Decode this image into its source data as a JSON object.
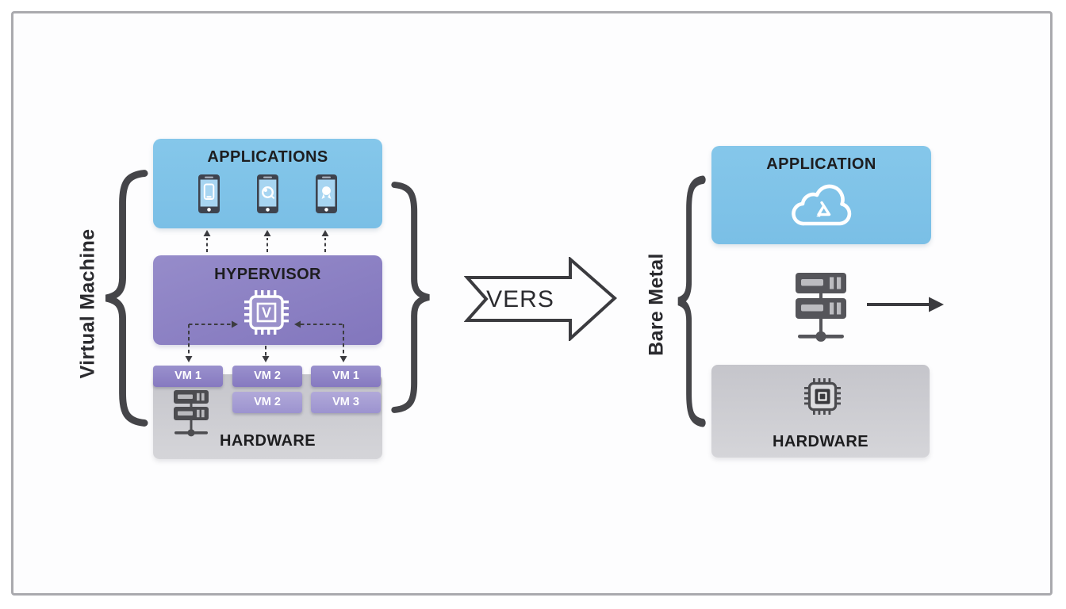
{
  "diagram": {
    "left": {
      "group_label": "Virtual Machine",
      "applications": {
        "title": "APPLICATIONS"
      },
      "hypervisor": {
        "title": "HYPERVISOR",
        "chip_letter": "V"
      },
      "hardware": {
        "title": "HARDWARE"
      },
      "vm_row1": [
        "VM 1",
        "VM 2",
        "VM 1"
      ],
      "vm_row2": [
        "VM 2",
        "VM 3"
      ]
    },
    "versus": {
      "label": "VERS"
    },
    "right": {
      "group_label": "Bare Metal",
      "application": {
        "title": "APPLICATION"
      },
      "hardware": {
        "title": "HARDWARE"
      }
    },
    "colors": {
      "blue_box": "#7fc3e8",
      "purple_box": "#8a7ec4",
      "gray_box": "#cbcbd0",
      "vm_chip": "#9188c9",
      "vm_chip_light": "#a79fd5",
      "dark_icon": "#47474b",
      "frame_border": "#aaaaae",
      "text": "#1d1d1f",
      "vm_text": "#ffffff"
    }
  }
}
